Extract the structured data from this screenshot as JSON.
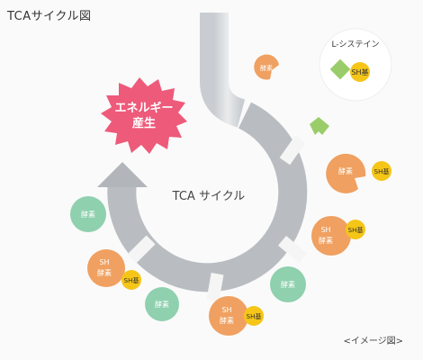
{
  "title": "TCAサイクル図",
  "caption": "<イメージ図>",
  "cycle_label": "TCA サイクル",
  "energy_label_line1": "エネルギー",
  "energy_label_line2": "産生",
  "enzyme_label": "酵素",
  "sh_label": "SH",
  "sh_group_label": "SH基",
  "cysteine_label": "L-システイン",
  "colors": {
    "enzyme_orange": "#f0a060",
    "enzyme_green": "#8fd0ae",
    "sh_yellow": "#f5c518",
    "green_piece": "#9acd6a",
    "energy_burst": "#ee5a7a",
    "cycle_arrow": "#b8bcc0"
  }
}
